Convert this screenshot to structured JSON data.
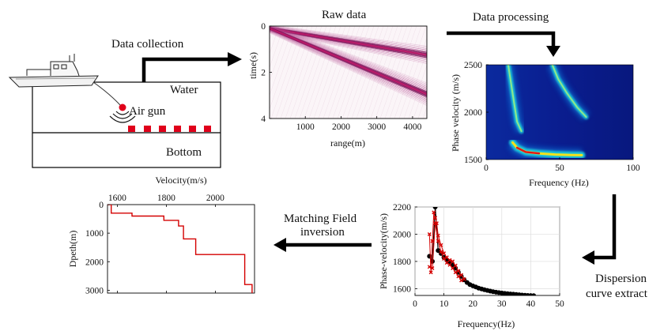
{
  "stages": {
    "data_collection": "Data collection",
    "raw_data": "Raw data",
    "data_processing": "Data processing",
    "dispersion_line1": "Dispersion",
    "dispersion_line2": "curve extract",
    "matching_line1": "Matching Field",
    "matching_line2": "inversion"
  },
  "scene": {
    "water": "Water",
    "air_gun": "Air gun",
    "bottom": "Bottom"
  },
  "colors": {
    "arrow": "#000000",
    "marker_red": "#e0001a",
    "profile_red": "#d40000",
    "spectrum_bg": "#0a1d8f",
    "curve_black": "#000000"
  },
  "chart_data": [
    {
      "type": "scatter",
      "title": "Raw data",
      "xlabel": "range(m)",
      "ylabel": "time(s)",
      "xlim": [
        0,
        4400
      ],
      "ylim": [
        4,
        0
      ],
      "x_ticks": [
        "1000",
        "2000",
        "3000",
        "4000"
      ],
      "y_ticks": [
        "0",
        "2",
        "4"
      ],
      "arrivals": [
        {
          "name": "",
          "x": [
            0,
            4400
          ],
          "y": [
            0.1,
            1.25
          ]
        },
        {
          "name": "",
          "x": [
            0,
            4400
          ],
          "y": [
            0.1,
            2.95
          ]
        }
      ]
    },
    {
      "type": "heatmap",
      "xlabel": "Frequency (Hz)",
      "ylabel": "Phase velocity (m/s)",
      "xlim": [
        0,
        100
      ],
      "ylim": [
        1500,
        2500
      ],
      "x_ticks": [
        "0",
        "50",
        "100"
      ],
      "y_ticks": [
        "1500",
        "2000",
        "2500"
      ],
      "modes": [
        {
          "x": [
            18,
            21,
            27,
            36,
            47,
            58,
            65
          ],
          "y": [
            1680,
            1625,
            1580,
            1565,
            1553,
            1548,
            1547
          ]
        },
        {
          "x": [
            15,
            17,
            19,
            21,
            24
          ],
          "y": [
            2500,
            2300,
            2100,
            1900,
            1800
          ]
        },
        {
          "x": [
            45,
            49,
            55,
            62,
            68
          ],
          "y": [
            2500,
            2350,
            2200,
            2050,
            1950
          ]
        }
      ]
    },
    {
      "type": "line",
      "xlabel": "Frequency(Hz)",
      "ylabel": "Phase-velocity(m/s)",
      "xlim": [
        0,
        50
      ],
      "ylim": [
        1550,
        2200
      ],
      "x_ticks": [
        "0",
        "10",
        "20",
        "30",
        "40",
        "50"
      ],
      "y_ticks": [
        "1600",
        "1800",
        "2000",
        "2200"
      ],
      "series": [
        {
          "color": "#000000",
          "x": [
            5,
            6,
            7,
            8,
            9,
            10,
            11,
            12,
            13,
            14,
            15,
            16,
            17,
            18,
            19,
            20,
            21,
            22,
            23,
            24,
            25,
            26,
            27,
            28,
            29,
            30,
            31,
            32,
            33,
            34,
            35,
            36,
            37,
            38,
            39,
            40,
            41
          ],
          "y": [
            1838,
            1800,
            2200,
            1880,
            1858,
            1830,
            1810,
            1795,
            1775,
            1750,
            1720,
            1690,
            1665,
            1645,
            1630,
            1620,
            1612,
            1604,
            1598,
            1592,
            1587,
            1582,
            1578,
            1574,
            1571,
            1568,
            1565,
            1563,
            1561,
            1559,
            1557,
            1555,
            1553,
            1552,
            1550,
            1549,
            1548
          ]
        },
        {
          "color": "#d40000",
          "x": [
            5,
            5.5,
            6,
            6.5,
            7,
            7.5,
            8,
            9,
            10,
            11,
            12,
            13,
            14,
            15,
            16,
            17
          ],
          "y": [
            2000,
            1720,
            1950,
            2160,
            2120,
            2080,
            1990,
            1920,
            1860,
            1830,
            1810,
            1800,
            1770,
            1730,
            1700,
            1670
          ]
        },
        {
          "color": "#d40000",
          "x": [
            5,
            6,
            7,
            8,
            9,
            10,
            11,
            12,
            13,
            14,
            15,
            16
          ],
          "y": [
            1760,
            1750,
            2080,
            1950,
            1870,
            1820,
            1790,
            1775,
            1750,
            1720,
            1690,
            1660
          ]
        }
      ]
    },
    {
      "type": "line",
      "xlabel": "Velocity(m/s)",
      "ylabel": "Dpeth(m)",
      "xlim": [
        1560,
        2160
      ],
      "ylim": [
        3100,
        0
      ],
      "x_ticks": [
        "1600",
        "1800",
        "2000"
      ],
      "y_ticks": [
        "0",
        "1000",
        "2000",
        "3000"
      ],
      "series": [
        {
          "color": "#d40000",
          "x": [
            1560,
            1575,
            1575,
            1660,
            1660,
            1790,
            1790,
            1850,
            1850,
            1870,
            1870,
            1920,
            1920,
            2120,
            2120,
            2150,
            2150
          ],
          "y": [
            0,
            0,
            300,
            300,
            400,
            400,
            550,
            550,
            750,
            750,
            1200,
            1200,
            1750,
            1750,
            2800,
            2800,
            3100
          ]
        }
      ]
    }
  ]
}
